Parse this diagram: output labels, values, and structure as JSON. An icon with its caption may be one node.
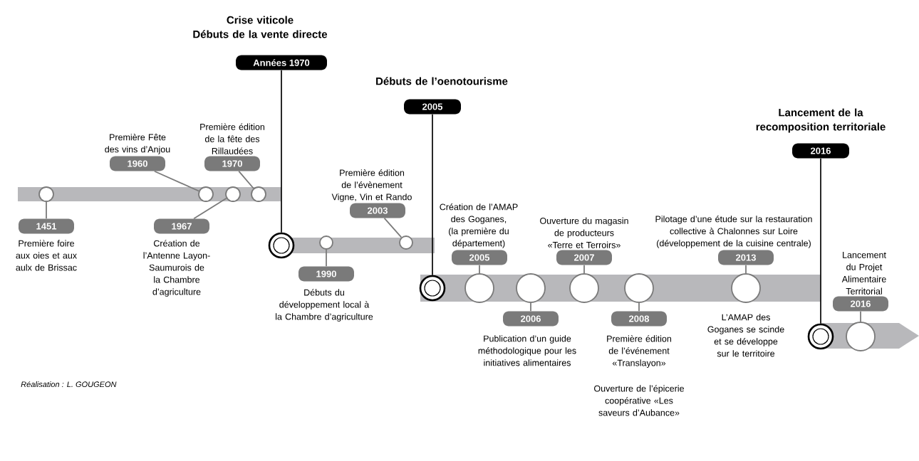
{
  "diagram": {
    "nodes": [
      {
        "text": [
          "1451"
        ],
        "beside": [
          "Première foire aux oies et aux aulx de Brissac"
        ]
      },
      {
        "text": [],
        "shape": "circle"
      },
      {
        "text": [
          "1960"
        ],
        "beside": [
          "Première Fête des vins d’Anjou"
        ]
      },
      {
        "text": [],
        "shape": "circle"
      },
      {
        "text": [
          "1967"
        ],
        "beside": [
          "Création de l’Antenne Layon-Saumurois de la Chambre d’agriculture"
        ]
      },
      {
        "text": [],
        "shape": "circle"
      },
      {
        "text": [
          "1970"
        ],
        "beside": [
          "Première édition de la fête des Rillaudées"
        ]
      },
      {
        "text": [],
        "shape": "circle"
      },
      {
        "text": [
          "Crise viticole",
          "Débuts de la vente directe",
          "Années 1970"
        ]
      },
      {
        "text": [],
        "shape": "circle"
      },
      {
        "text": [
          "1990"
        ],
        "beside": [
          "Débuts du développement local à la Chambre d’agriculture"
        ]
      },
      {
        "text": [],
        "shape": "circle"
      },
      {
        "text": [
          "2003"
        ],
        "beside": [
          "Première édition de l’évènement Vigne, Vin et Rando"
        ]
      },
      {
        "text": [],
        "shape": "circle"
      },
      {
        "text": [
          "Débuts de l’oenotourisme",
          "2005"
        ]
      },
      {
        "text": [],
        "shape": "circle"
      },
      {
        "text": [
          "2005"
        ],
        "beside": [
          "Création de l’AMAP des Goganes, (la première du département)"
        ]
      },
      {
        "text": [],
        "shape": "circle"
      },
      {
        "text": [
          "2006"
        ],
        "beside": [
          "Publication d’un guide méthodologique pour les initiatives alimentaires"
        ]
      },
      {
        "text": [],
        "shape": "circle"
      },
      {
        "text": [
          "2007"
        ],
        "beside": [
          "Ouverture du magasin de producteurs «Terre et Terroirs»"
        ]
      },
      {
        "text": [],
        "shape": "circle"
      },
      {
        "text": [
          "2008"
        ],
        "beside": [
          "Première édition de l’événement «Translayon»",
          "Ouverture de l’épicerie coopérative «Les saveurs d’Aubance»"
        ]
      },
      {
        "text": [],
        "shape": "circle"
      },
      {
        "text": [
          "2013"
        ],
        "beside": [
          "Pilotage d’une étude sur la restauration collective à Chalonnes sur Loire (développement de la cuisine centrale)"
        ]
      },
      {
        "text": [],
        "shape": "circle"
      },
      {
        "text": [
          "Lancement de la recomposition territoriale",
          "2016"
        ]
      },
      {
        "text": [],
        "shape": "circle"
      },
      {
        "text": [
          "2016"
        ],
        "beside": [
          "Lancement du Projet Alimentaire Territorial"
        ]
      },
      {
        "text": [],
        "shape": "circle"
      }
    ],
    "edges": [
      {
        "from": 0,
        "to": 1,
        "arrow": "none"
      },
      {
        "from": 2,
        "to": 3,
        "arrow": "none"
      },
      {
        "from": 4,
        "to": 5,
        "arrow": "none"
      },
      {
        "from": 6,
        "to": 7,
        "arrow": "none"
      },
      {
        "from": 8,
        "to": 9,
        "arrow": "none",
        "color": "#111111"
      },
      {
        "from": 10,
        "to": 11,
        "arrow": "none"
      },
      {
        "from": 12,
        "to": 13,
        "arrow": "none"
      },
      {
        "from": 14,
        "to": 15,
        "arrow": "none",
        "color": "#111111"
      },
      {
        "from": 16,
        "to": 17,
        "arrow": "none"
      },
      {
        "from": 18,
        "to": 19,
        "arrow": "none"
      },
      {
        "from": 20,
        "to": 21,
        "arrow": "none"
      },
      {
        "from": 22,
        "to": 23,
        "arrow": "none"
      },
      {
        "from": 24,
        "to": 25,
        "arrow": "none"
      },
      {
        "from": 26,
        "to": 27,
        "arrow": "none",
        "color": "#111111"
      },
      {
        "from": 28,
        "to": 29,
        "arrow": "none"
      }
    ],
    "labels": [
      "L’AMAP des Goganes se scinde et se développe sur le territoire",
      "Réalisation : L. GOUGEON"
    ]
  }
}
